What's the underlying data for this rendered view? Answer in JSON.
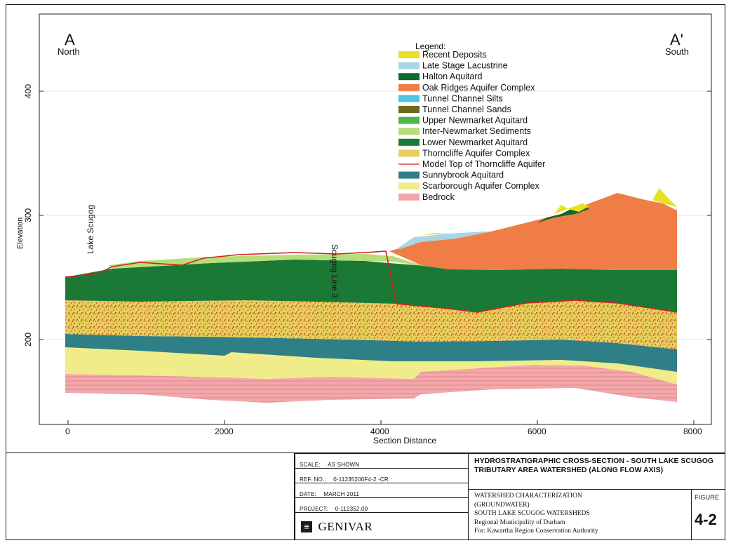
{
  "section": {
    "start_label": "A",
    "start_direction": "North",
    "end_label": "A'",
    "end_direction": "South",
    "y_axis_title": "Elevation",
    "x_axis_title": "Section Distance",
    "y_ticks": [
      "200",
      "300",
      "400"
    ],
    "x_ticks": [
      "0",
      "2000",
      "4000",
      "6000",
      "8000"
    ],
    "annotations": [
      "Lake Scugog",
      "Scugog Line 3"
    ],
    "legend_title": "Legend:",
    "legend": [
      {
        "label": "Recent Deposits",
        "color": "#e8e020"
      },
      {
        "label": "Late Stage Lacustrine",
        "color": "#a9d4ea"
      },
      {
        "label": "Halton Aquitard",
        "color": "#0f6b2c"
      },
      {
        "label": "Oak Ridges Aquifer Complex",
        "color": "#f07d45"
      },
      {
        "label": "Tunnel Channel Silts",
        "color": "#4fc3e0"
      },
      {
        "label": "Tunnel Channel Sands",
        "color": "#6b6a1e"
      },
      {
        "label": "Upper Newmarket Aquitard",
        "color": "#4cb848"
      },
      {
        "label": "Inter-Newmarket Sediments",
        "color": "#b7dd7a"
      },
      {
        "label": "Lower Newmarket Aquitard",
        "color": "#1a7a35"
      },
      {
        "label": "Thorncliffe Aquifer Complex",
        "color": "#e6cf5a"
      },
      {
        "label": "Model Top of Thorncliffe Aquifer",
        "color": "#d94b3c"
      },
      {
        "label": "Sunnybrook Aquitard",
        "color": "#2f7f86"
      },
      {
        "label": "Scarborough Aquifer Complex",
        "color": "#f1ec8a"
      },
      {
        "label": "Bedrock",
        "color": "#f2a8ab"
      }
    ]
  },
  "title_block": {
    "scale_label": "SCALE:",
    "scale_value": "AS SHOWN",
    "ref_label": "REF. NO.:",
    "ref_value": "0-11235200F4-2 -CR",
    "date_label": "DATE:",
    "date_value": "MARCH 2011",
    "project_label": "PROJECT:",
    "project_value": "0-112352.00",
    "company": "GENIVAR",
    "drawing_title": "HYDROSTRATIGRAPHIC CROSS-SECTION - SOUTH LAKE SCUGOG TRIBUTARY AREA WATERSHED (ALONG FLOW AXIS)",
    "study_lines": [
      "WATERSHED CHARACTERIZATION",
      "(GROUNDWATER)",
      "SOUTH LAKE SCUGOG WATERSHEDS",
      "Regional Municipality of Durham",
      "For: Kawartha Region Conservation Authority"
    ],
    "figure_label": "FIGURE",
    "figure_number": "4-2"
  }
}
